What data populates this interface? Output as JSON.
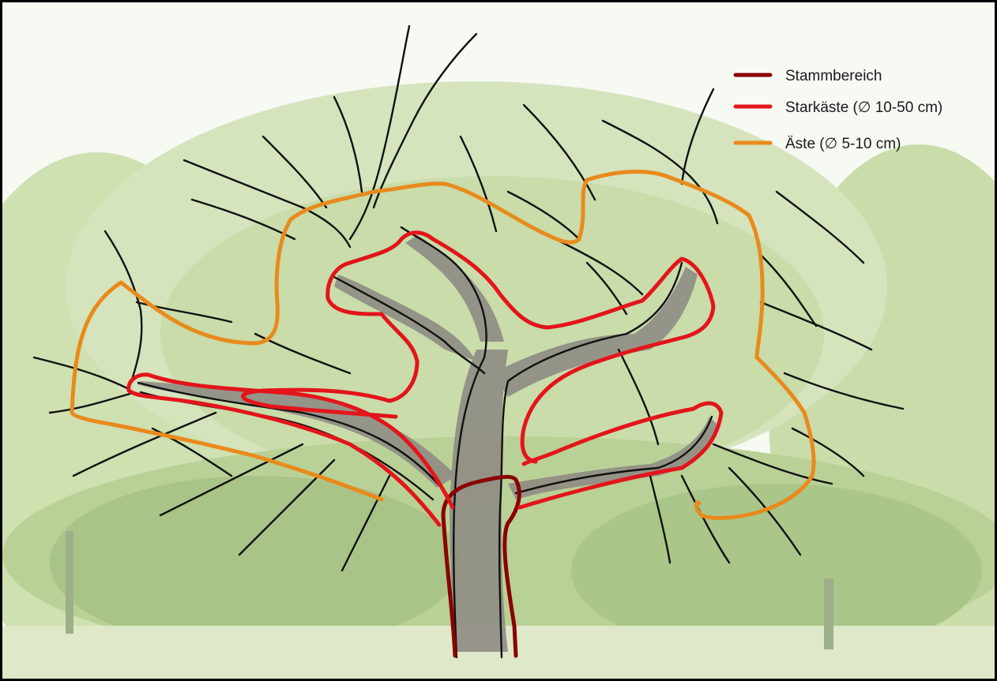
{
  "legend": {
    "items": [
      {
        "label": "Stammbereich",
        "color": "#8b0000"
      },
      {
        "label": "Starkäste (∅ 10-50 cm)",
        "color": "#e3151a"
      },
      {
        "label": "Äste (∅ 5-10 cm)",
        "color": "#e98a1c"
      }
    ]
  },
  "colors": {
    "sky": "#f7f9f3",
    "foliage": "#c9dcaa",
    "foliage_dark": "#a9c487",
    "meadow": "#dfe8c8",
    "branch_fill": "#8f8c84",
    "branch_line": "#111111",
    "frame": "#000000"
  }
}
